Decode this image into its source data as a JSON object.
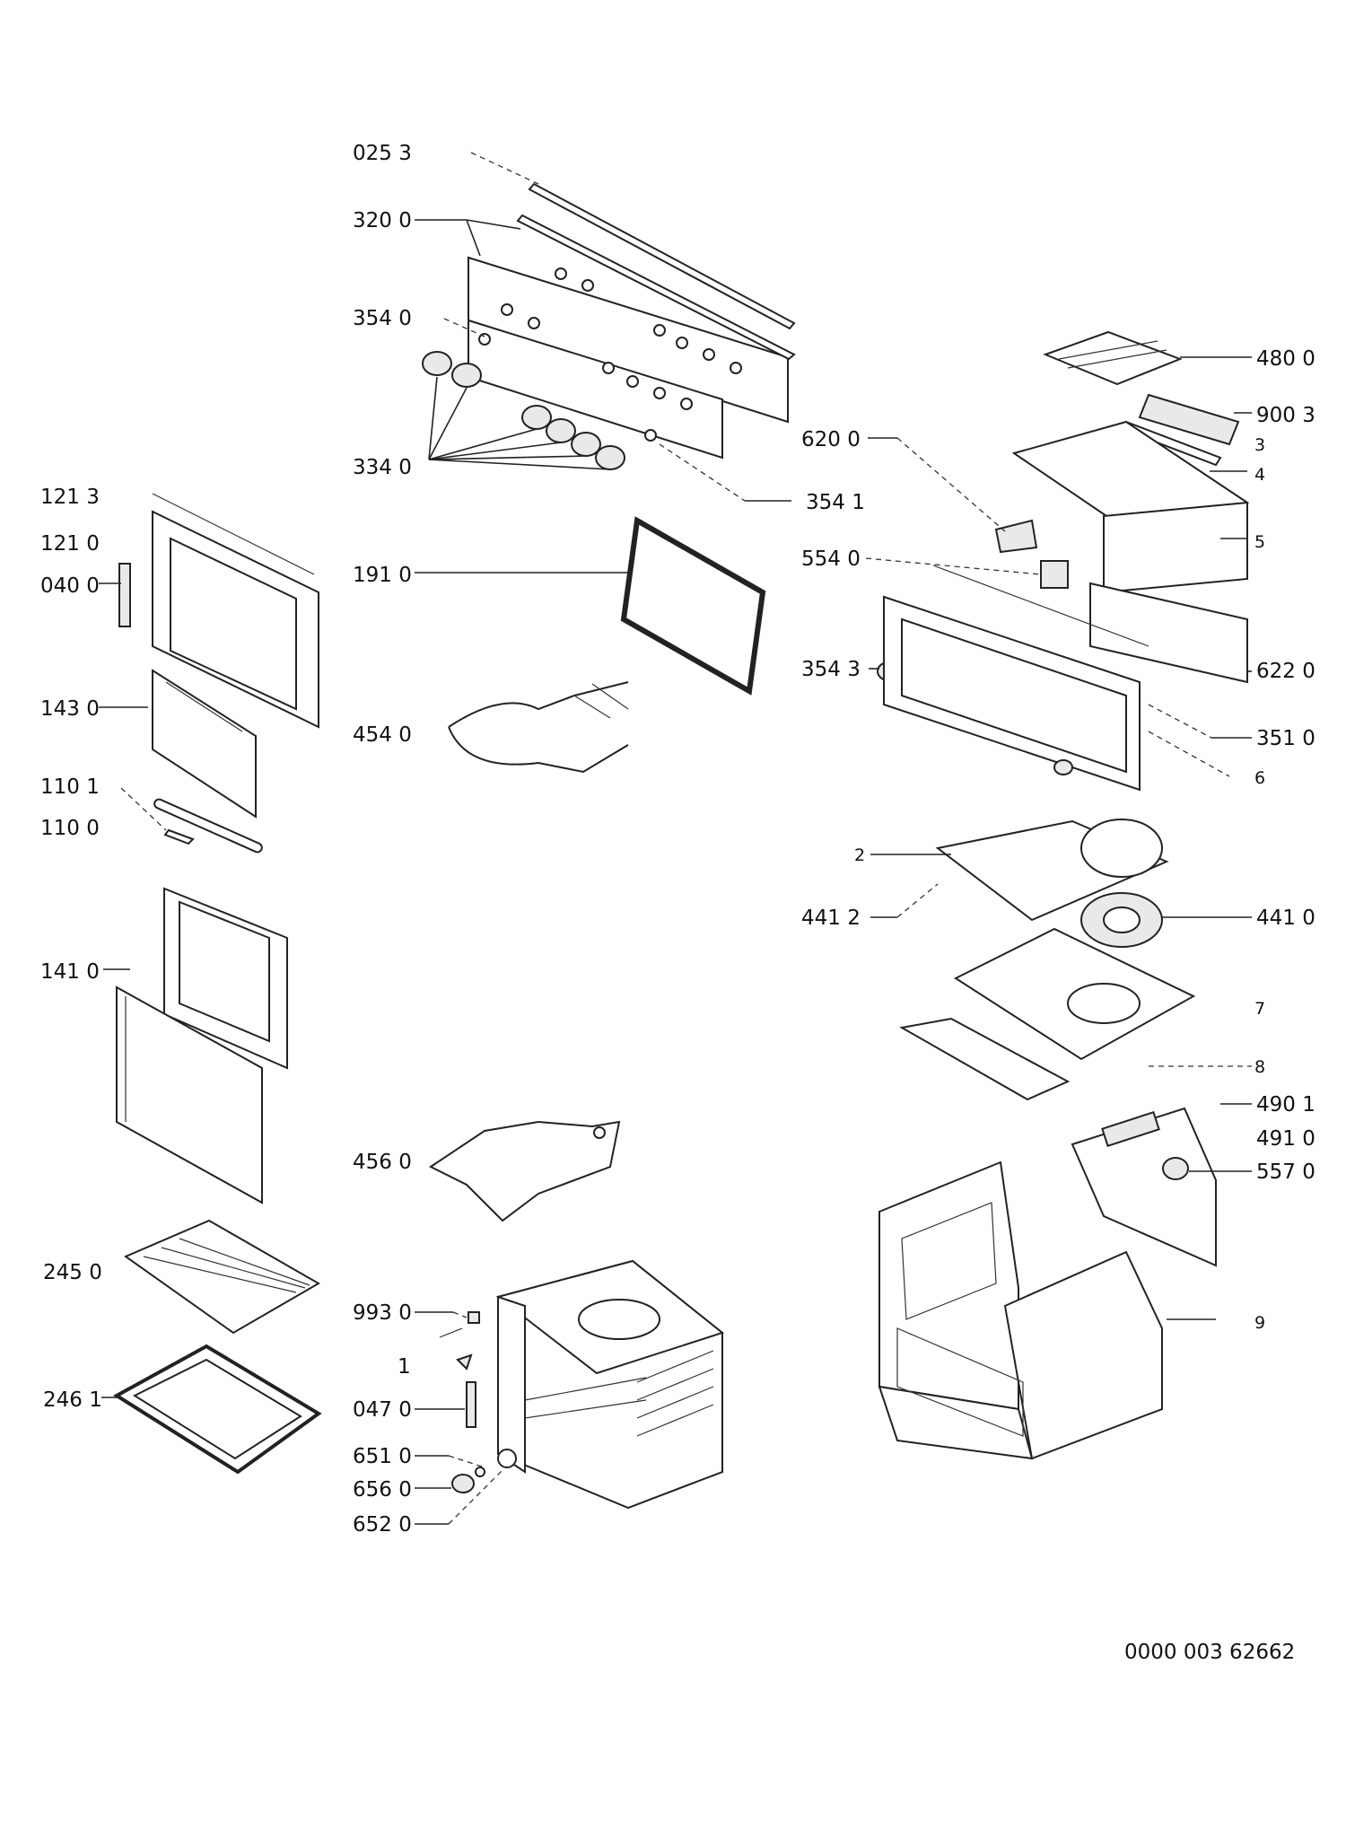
{
  "labels": {
    "l0253": "025 3",
    "l3200": "320 0",
    "l3540": "354 0",
    "l3340": "334 0",
    "l3541": "354 1",
    "l1213": "121 3",
    "l1210": "121 0",
    "l0400": "040 0",
    "l1910": "191 0",
    "l1430": "143 0",
    "l4540": "454 0",
    "l1101": "110 1",
    "l1100": "110 0",
    "l1410": "141 0",
    "l4560": "456 0",
    "l2450": "245 0",
    "l9930": "993 0",
    "l1": "1",
    "l2461": "246 1",
    "l0470": "047 0",
    "l6510": "651 0",
    "l6560": "656 0",
    "l6520": "652 0",
    "l4800": "480 0",
    "l9003": "900 3",
    "l6200": "620 0",
    "l3": "3",
    "l4": "4",
    "l5": "5",
    "l5540": "554 0",
    "l3543": "354 3",
    "l6220": "622 0",
    "l3510": "351 0",
    "l6": "6",
    "l2": "2",
    "l4412": "441 2",
    "l4410": "441 0",
    "l7": "7",
    "l8": "8",
    "l4901": "490 1",
    "l4910": "491 0",
    "l5570": "557 0",
    "l9": "9"
  },
  "footer": {
    "document_code": "0000 003 62662"
  }
}
